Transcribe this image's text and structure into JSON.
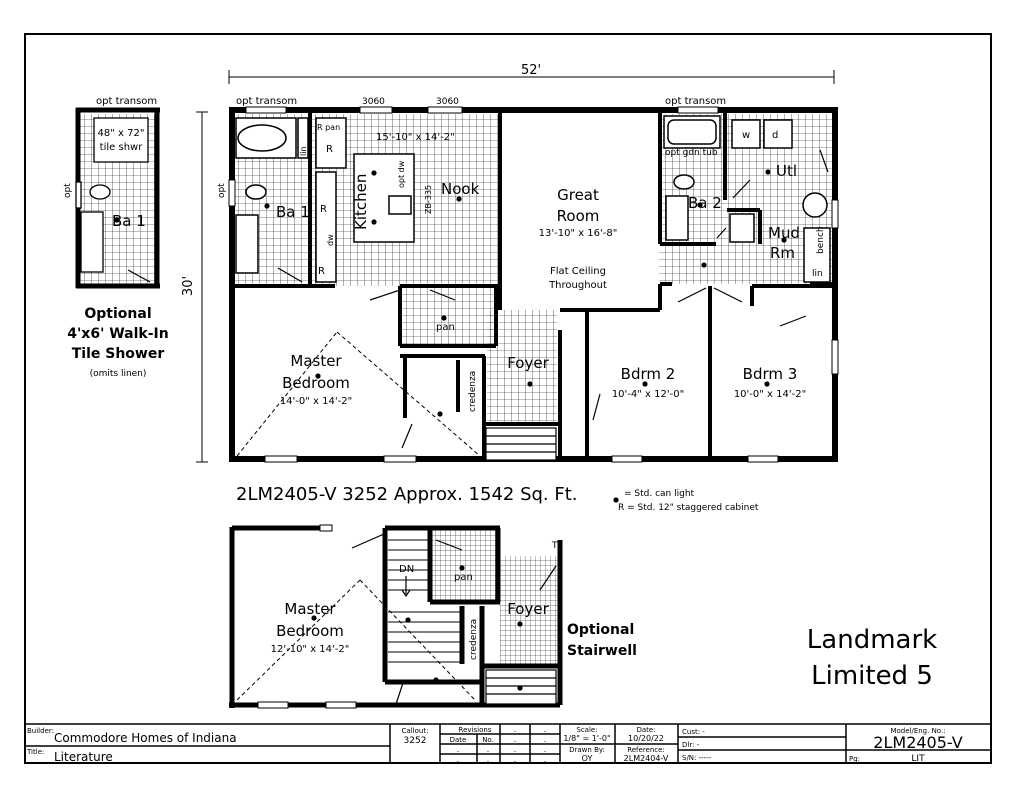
{
  "dimensions": {
    "width": "52'",
    "depth": "30'"
  },
  "window_labels": {
    "opt_transom_top": "opt transom",
    "opt_transom_left": "opt transom",
    "opt_transom_right": "opt transom",
    "window_a": "3060",
    "window_b": "3060",
    "opt_left": "opt",
    "opt_ba1": "opt"
  },
  "rooms": {
    "ba1": "Ba 1",
    "ba1_alt": "Ba 1",
    "kitchen": "Kitchen",
    "kitchen_size": "15'-10\" x 14'-2\"",
    "nook": "Nook",
    "great_room": "Great",
    "great_room_2": "Room",
    "great_room_size": "13'-10\" x 16'-8\"",
    "flat_ceiling": "Flat Ceiling",
    "flat_ceiling_2": "Throughout",
    "ba2": "Ba 2",
    "utl": "Utl",
    "mud": "Mud",
    "mud_2": "Rm",
    "master": "Master",
    "master_2": "Bedroom",
    "master_size": "14'-0\" x 14'-2\"",
    "foyer": "Foyer",
    "bdrm2": "Bdrm 2",
    "bdrm2_size": "10'-4\" x 12'-0\"",
    "bdrm3": "Bdrm 3",
    "bdrm3_size": "10'-0\" x 14'-2\"",
    "pan": "pan",
    "credenza": "credenza"
  },
  "fixtures": {
    "r_pan": "R pan",
    "r1": "R",
    "r2": "R",
    "r3": "R",
    "lin": "lin",
    "dw": "dw",
    "opt_dw": "opt dw",
    "zb": "ZB-335",
    "opt_gdn_tub": "opt gdn tub",
    "w": "w",
    "d": "d",
    "bench": "bench",
    "lin2": "lin",
    "tile_shwr": "48\" x 72\"",
    "tile_shwr_2": "tile shwr"
  },
  "optional_shower": {
    "title_1": "Optional",
    "title_2": "4'x6' Walk-In",
    "title_3": "Tile Shower",
    "note": "(omits linen)"
  },
  "model_line": "2LM2405-V 3252 Approx. 1542 Sq. Ft.",
  "legend": {
    "can_light": "= Std. can light",
    "cabinet": "R = Std. 12\" staggered cabinet"
  },
  "stairwell": {
    "master": "Master",
    "master_2": "Bedroom",
    "master_size": "12'-10\" x 14'-2\"",
    "dn": "DN",
    "pan": "pan",
    "foyer": "Foyer",
    "credenza": "credenza",
    "th": "Th",
    "label_1": "Optional",
    "label_2": "Stairwell"
  },
  "brand": {
    "line1": "Landmark",
    "line2": "Limited 5"
  },
  "title_block": {
    "builder_label": "Builder:",
    "builder": "Commodore Homes of Indiana",
    "title_label": "Title:",
    "title": "Literature",
    "callout_label": "Callout:",
    "callout": "3252",
    "revisions_label": "Revisions",
    "date_label": "Date",
    "no_label": "No.",
    "dot": ".",
    "scale_label": "Scale:",
    "scale": "1/8\" = 1'-0\"",
    "drawn_by_label": "Drawn By:",
    "drawn_by": "OY",
    "date_label2": "Date:",
    "date": "10/20/22",
    "reference_label": "Reference:",
    "reference": "2LM2404-V",
    "cust": "Cust: -",
    "dlr": "Dlr: -",
    "sn": "S/N: -----",
    "model_label": "Model/Eng. No.:",
    "model": "2LM2405-V",
    "pg_label": "Pg:",
    "pg": "LIT"
  }
}
